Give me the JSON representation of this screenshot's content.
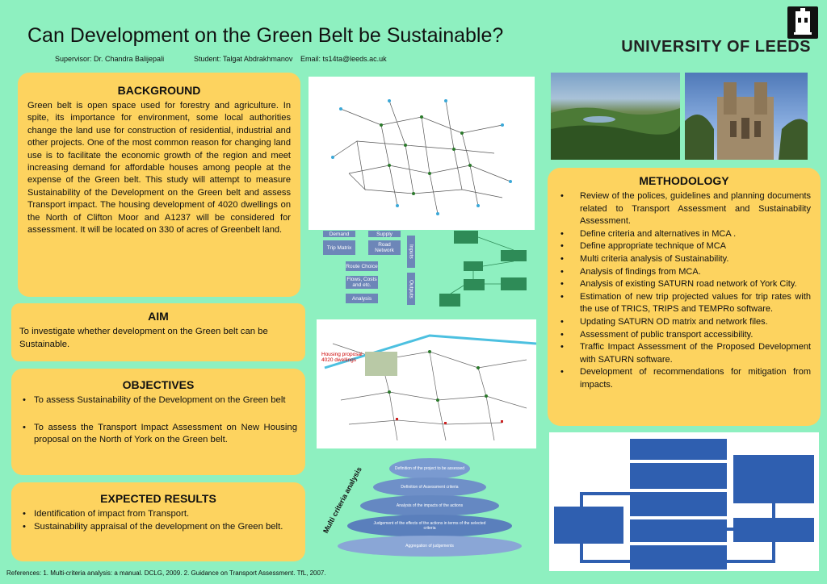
{
  "header": {
    "title": "Can Development on the Green Belt be Sustainable?",
    "supervisor": "Supervisor: Dr. Chandra Balijepali",
    "student": "Student: Talgat Abdrakhmanov",
    "email": "Email: ts14ta@leeds.ac.uk",
    "university": "UNIVERSITY OF LEEDS"
  },
  "background": {
    "heading": "BACKGROUND",
    "text": "Green belt is open space used for forestry and agriculture. In spite, its importance for environment, some local authorities change the land use for construction of residential, industrial and other projects. One of the most common reason for changing land use is to facilitate the economic growth of the region and meet increasing demand for affordable houses among people at the expense of the Green belt. This study will attempt to measure Sustainability of the Development on the Green belt and assess Transport impact. The housing development of 4020 dwellings on the North of Clifton Moor and A1237 will be considered for assessment. It will be located on 330 of acres of Greenbelt land."
  },
  "aim": {
    "heading": "AIM",
    "text": "To investigate whether development on the Green belt can be Sustainable."
  },
  "objectives": {
    "heading": "OBJECTIVES",
    "items": [
      "To assess Sustainability of the Development on the Green belt",
      "To assess the Transport Impact Assessment on New Housing proposal on the North of York on the Green belt."
    ]
  },
  "expected_results": {
    "heading": "EXPECTED RESULTS",
    "items": [
      "Identification of impact from Transport.",
      "Sustainability appraisal of the development on the Green belt."
    ]
  },
  "methodology": {
    "heading": "METHODOLOGY",
    "items": [
      "Review of the polices, guidelines and planning documents related to Transport Assessment and Sustainability Assessment.",
      "Define criteria and alternatives in MCA .",
      "Define appropriate technique of MCA",
      "Multi criteria analysis of Sustainability.",
      "Analysis of findings from MCA.",
      "Analysis of existing SATURN road network of York City.",
      "Estimation of new trip projected values for trip rates with the use of TRICS, TRIPS and TEMPRo software.",
      "Updating SATURN OD matrix and network files.",
      "Assessment of public transport accessibility.",
      "Traffic Impact Assessment of the Proposed Development with SATURN software.",
      "Development of recommendations for mitigation from impacts."
    ]
  },
  "flow_diagram": {
    "demand": "Demand",
    "supply": "Supply",
    "trip_matrix": "Trip Matrix",
    "road_network": "Road Network",
    "route_choice": "Route Choice",
    "flows": "Flows, Costs and etc.",
    "analysis": "Analysis",
    "inputs": "Inputs",
    "outputs": "Outputs"
  },
  "housing_map": {
    "label": "Housing proposal 4020 dwellings"
  },
  "mca": {
    "side_label": "Multi criteria analysis",
    "layers": [
      "Definition of the project to be assessed",
      "Definition of Assessment criteria",
      "Analysis of the impacts of the actions",
      "Judgement of the effects of the actions in terms of the selected criteria",
      "Aggregation of judgements"
    ]
  },
  "references": "References: 1. Multi-criteria analysis: a manual. DCLG, 2009. 2. Guidance on Transport Assessment. TfL, 2007."
}
